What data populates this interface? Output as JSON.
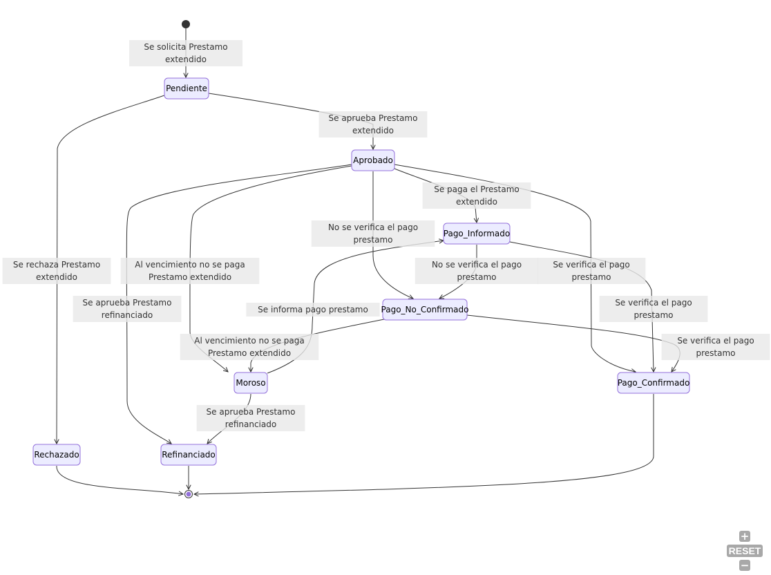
{
  "diagram": {
    "type": "state",
    "colors": {
      "node_fill": "#ececff",
      "node_stroke": "#9370db",
      "edge": "#333333",
      "label_bg": "#e8e8e8",
      "end_inner": "#9370db"
    },
    "states": [
      {
        "id": "Pendiente",
        "label": "Pendiente"
      },
      {
        "id": "Aprobado",
        "label": "Aprobado"
      },
      {
        "id": "Pago_Informado",
        "label": "Pago_Informado"
      },
      {
        "id": "Pago_No_Confirmado",
        "label": "Pago_No_Confirmado"
      },
      {
        "id": "Moroso",
        "label": "Moroso"
      },
      {
        "id": "Pago_Confirmado",
        "label": "Pago_Confirmado"
      },
      {
        "id": "Rechazado",
        "label": "Rechazado"
      },
      {
        "id": "Refinanciado",
        "label": "Refinanciado"
      }
    ],
    "transitions": [
      {
        "from": "start",
        "to": "Pendiente",
        "label": [
          "Se solicita Prestamo",
          "extendido"
        ]
      },
      {
        "from": "Pendiente",
        "to": "Aprobado",
        "label": [
          "Se aprueba Prestamo",
          "extendido"
        ]
      },
      {
        "from": "Pendiente",
        "to": "Rechazado",
        "label": [
          "Se rechaza Prestamo",
          "extendido"
        ]
      },
      {
        "from": "Aprobado",
        "to": "Refinanciado",
        "label": [
          "Se aprueba Prestamo",
          "refinanciado"
        ]
      },
      {
        "from": "Aprobado",
        "to": "Moroso",
        "label": [
          "Al vencimiento no se paga",
          "Prestamo extendido"
        ]
      },
      {
        "from": "Aprobado",
        "to": "Pago_No_Confirmado",
        "label": [
          "No se verifica el pago",
          "prestamo"
        ]
      },
      {
        "from": "Aprobado",
        "to": "Pago_Informado",
        "label": [
          "Se paga el Prestamo",
          "extendido"
        ]
      },
      {
        "from": "Aprobado",
        "to": "Pago_Confirmado",
        "label": [
          "Se verifica el pago",
          "prestamo"
        ]
      },
      {
        "from": "Pago_Informado",
        "to": "Pago_No_Confirmado",
        "label": [
          "No se verifica el pago",
          "prestamo"
        ]
      },
      {
        "from": "Pago_Informado",
        "to": "Pago_Confirmado",
        "label": [
          "Se verifica el pago",
          "prestamo"
        ]
      },
      {
        "from": "Moroso",
        "to": "Pago_Informado",
        "label": [
          "Se informa pago prestamo"
        ]
      },
      {
        "from": "Pago_No_Confirmado",
        "to": "Moroso",
        "label": [
          "Al vencimiento no se paga",
          "Prestamo extendido"
        ]
      },
      {
        "from": "Pago_No_Confirmado",
        "to": "Pago_Confirmado",
        "label": [
          "Se verifica el pago",
          "prestamo"
        ]
      },
      {
        "from": "Moroso",
        "to": "Refinanciado",
        "label": [
          "Se aprueba Prestamo",
          "refinanciado"
        ]
      },
      {
        "from": "Rechazado",
        "to": "end",
        "label": []
      },
      {
        "from": "Refinanciado",
        "to": "end",
        "label": []
      },
      {
        "from": "Pago_Confirmado",
        "to": "end",
        "label": []
      }
    ]
  },
  "controls": {
    "zoom_in": "+",
    "reset": "RESET",
    "zoom_out": "−"
  }
}
